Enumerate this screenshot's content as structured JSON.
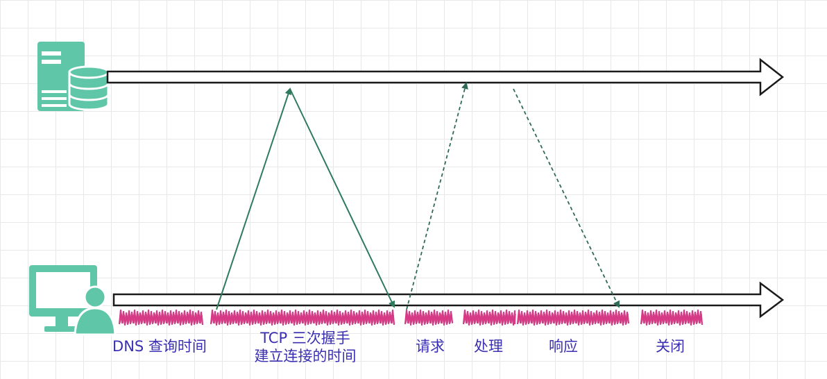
{
  "colors": {
    "icon": "#5fc7a8",
    "arrow_stroke": "#1a1a1a",
    "handshake_line": "#2e7a5c",
    "dashed_line": "#2e6a55",
    "scribble": "#d63a86",
    "label_text": "#3a2fb0"
  },
  "icons": {
    "server": "server-database-icon",
    "client": "computer-user-icon"
  },
  "phases": [
    {
      "id": "dns",
      "label": "DNS 查询时间"
    },
    {
      "id": "tcp",
      "label_line1": "TCP 三次握手",
      "label_line2": "建立连接的时间"
    },
    {
      "id": "request",
      "label": "请求"
    },
    {
      "id": "process",
      "label": "处理"
    },
    {
      "id": "response",
      "label": "响应"
    },
    {
      "id": "close",
      "label": "关闭"
    }
  ]
}
